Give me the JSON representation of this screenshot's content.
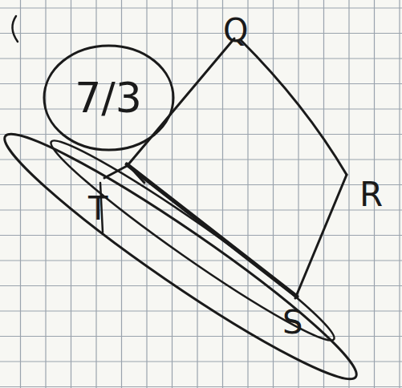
{
  "diagram": {
    "nodes": [
      {
        "text": [
          "7/3"
        ]
      }
    ],
    "labels": [
      "Q",
      "R",
      "S",
      "T"
    ]
  }
}
